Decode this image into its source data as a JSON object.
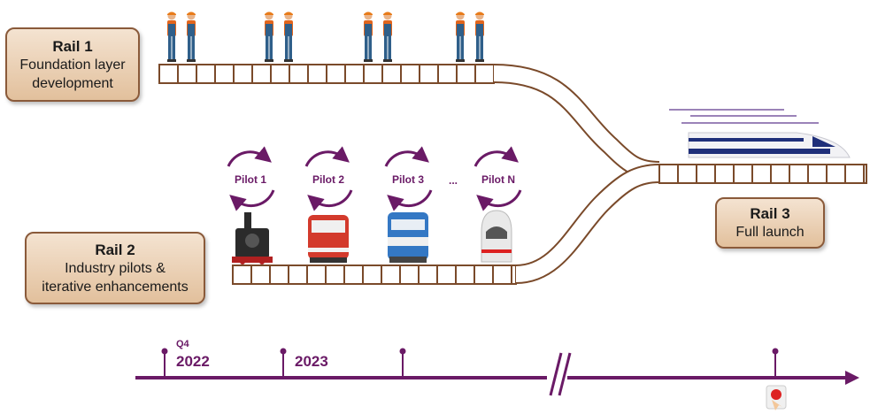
{
  "rails": [
    {
      "title": "Rail 1",
      "description": "Foundation layer\ndevelopment"
    },
    {
      "title": "Rail 2",
      "description": "Industry pilots &\niterative enhancements"
    },
    {
      "title": "Rail 3",
      "description": "Full launch"
    }
  ],
  "pilots": [
    "Pilot 1",
    "Pilot 2",
    "Pilot 3",
    "Pilot N"
  ],
  "pilot_ellipsis": "...",
  "timeline": {
    "marker_1_quarter": "Q4",
    "marker_1_year": "2022",
    "marker_2_year": "2023"
  },
  "colors": {
    "track": "#7a4a2a",
    "purple": "#6a1a66",
    "box_fill": "#ecd3b8",
    "box_border": "#8a5a3a"
  },
  "icons": [
    "worker-pair-icon",
    "steam-locomotive-icon",
    "diesel-locomotive-icon",
    "electric-locomotive-icon",
    "bullet-train-icon",
    "high-speed-train-icon",
    "cycle-arrows-icon",
    "red-button-icon"
  ]
}
